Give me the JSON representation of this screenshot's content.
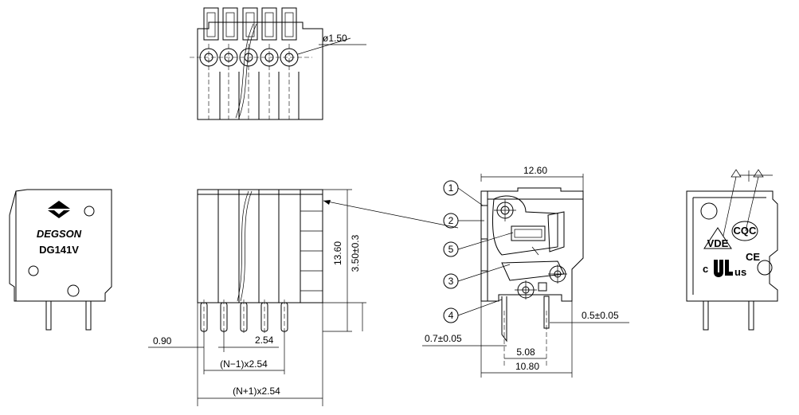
{
  "top_view": {
    "hole_diameter": "ø1.50"
  },
  "left_side_view": {
    "brand": "DEGSON",
    "model": "DG141V"
  },
  "front_view": {
    "dim_pin_offset": "0.90",
    "dim_pitch": "2.54",
    "dim_n_minus_1": "(N−1)x2.54",
    "dim_n_plus_1": "(N+1)x2.54",
    "dim_height": "13.60",
    "dim_pin_length": "3.50±0.3"
  },
  "section_view": {
    "callouts": [
      "1",
      "2",
      "5",
      "3",
      "4"
    ],
    "dim_width": "12.60",
    "dim_pin_thickness": "0.5±0.05",
    "dim_pin_width": "0.7±0.05",
    "dim_pin_spacing": "5.08",
    "dim_base": "10.80"
  },
  "cert_view": {
    "marks": [
      "VDE",
      "CQC",
      "CE",
      "c",
      "us"
    ]
  }
}
